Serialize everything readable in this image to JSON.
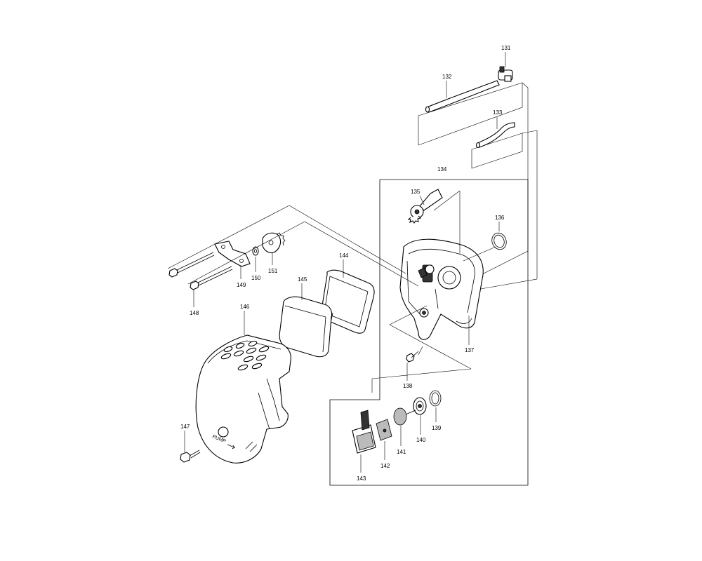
{
  "parts": [
    {
      "id": "p131",
      "label": "131"
    },
    {
      "id": "p132",
      "label": "132"
    },
    {
      "id": "p133",
      "label": "133"
    },
    {
      "id": "p134",
      "label": "134"
    },
    {
      "id": "p135",
      "label": "135"
    },
    {
      "id": "p136",
      "label": "136"
    },
    {
      "id": "p137",
      "label": "137"
    },
    {
      "id": "p138",
      "label": "138"
    },
    {
      "id": "p139",
      "label": "139"
    },
    {
      "id": "p140",
      "label": "140"
    },
    {
      "id": "p141",
      "label": "141"
    },
    {
      "id": "p142",
      "label": "142"
    },
    {
      "id": "p143",
      "label": "143"
    },
    {
      "id": "p144",
      "label": "144"
    },
    {
      "id": "p145",
      "label": "145"
    },
    {
      "id": "p146",
      "label": "146"
    },
    {
      "id": "p147",
      "label": "147"
    },
    {
      "id": "p148",
      "label": "148"
    },
    {
      "id": "p149",
      "label": "149"
    },
    {
      "id": "p150",
      "label": "150"
    },
    {
      "id": "p151",
      "label": "151"
    }
  ],
  "cover_markings": {
    "pump_text": "PUMP"
  }
}
